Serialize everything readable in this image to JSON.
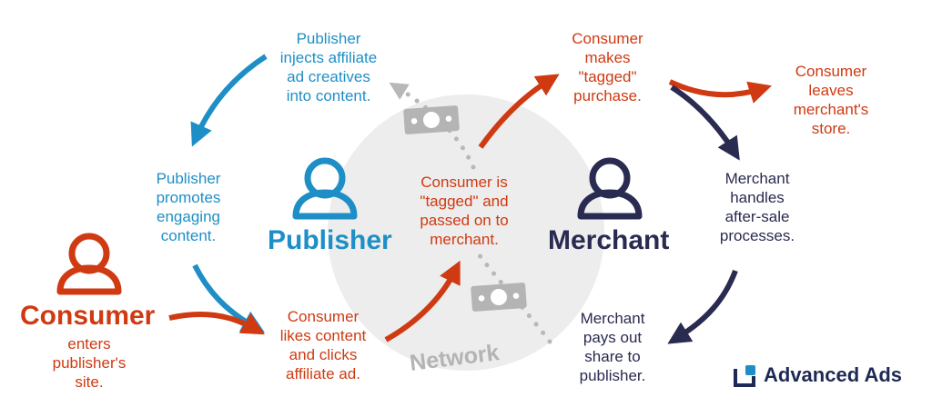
{
  "roles": {
    "publisher": "Publisher",
    "merchant": "Merchant",
    "consumer": "Consumer",
    "network": "Network"
  },
  "steps": {
    "consumer_enters": "enters\npublisher's\nsite.",
    "publisher_injects": "Publisher\ninjects affiliate\nad creatives\ninto content.",
    "publisher_promotes": "Publisher\npromotes\nengaging\ncontent.",
    "consumer_likes": "Consumer\nlikes content\nand clicks\naffiliate ad.",
    "consumer_tagged": "Consumer is\n\"tagged\" and\npassed on to\nmerchant.",
    "consumer_purchase": "Consumer\nmakes\n\"tagged\"\npurchase.",
    "consumer_leaves": "Consumer\nleaves\nmerchant's\nstore.",
    "merchant_handles": "Merchant\nhandles\nafter-sale\nprocesses.",
    "merchant_pays": "Merchant\npays out\nshare to\npublisher."
  },
  "brand": {
    "name": "Advanced Ads"
  },
  "colors": {
    "publisher_blue": "#1e8fc6",
    "consumer_red": "#cf3a12",
    "merchant_navy": "#2a2b50",
    "network_gray": "#b4b4b4",
    "circle_fill": "#ededed"
  },
  "icons": {
    "publisher": "person-icon",
    "merchant": "person-icon",
    "consumer": "person-icon",
    "money": "banknote-icon"
  }
}
